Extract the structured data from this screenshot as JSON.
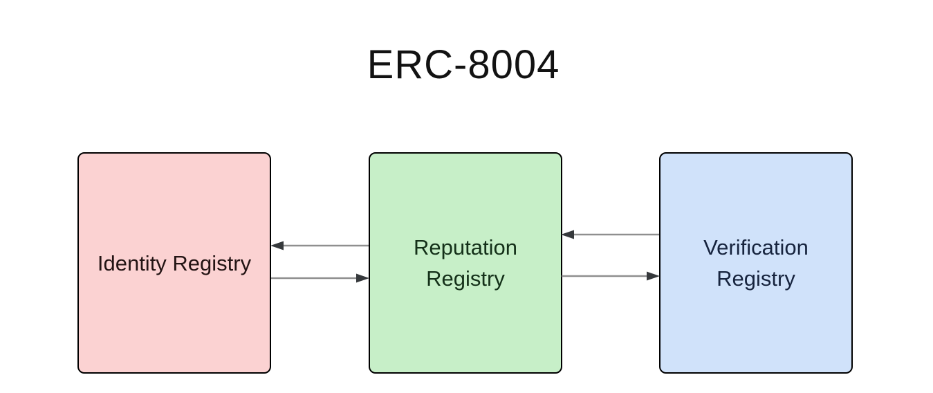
{
  "title": "ERC-8004",
  "diagram": {
    "nodes": [
      {
        "id": "identity-registry",
        "label": "Identity Registry",
        "fill": "#fbd2d2",
        "text_color": "#231414"
      },
      {
        "id": "reputation-registry",
        "label": "Reputation\nRegistry",
        "fill": "#c7efc8",
        "text_color": "#143019"
      },
      {
        "id": "verification-registry",
        "label": "Verification\nRegistry",
        "fill": "#d0e2fa",
        "text_color": "#17243e"
      }
    ],
    "edges": [
      {
        "from": "reputation-registry",
        "to": "identity-registry",
        "arrow": "left"
      },
      {
        "from": "identity-registry",
        "to": "reputation-registry",
        "arrow": "right"
      },
      {
        "from": "verification-registry",
        "to": "reputation-registry",
        "arrow": "left"
      },
      {
        "from": "reputation-registry",
        "to": "verification-registry",
        "arrow": "right"
      }
    ],
    "colors": {
      "background": "#ffffff",
      "node_border": "#000000",
      "edge_line": "#8f8f8f",
      "edge_arrowhead": "#36393c",
      "title_text": "#121212"
    }
  }
}
